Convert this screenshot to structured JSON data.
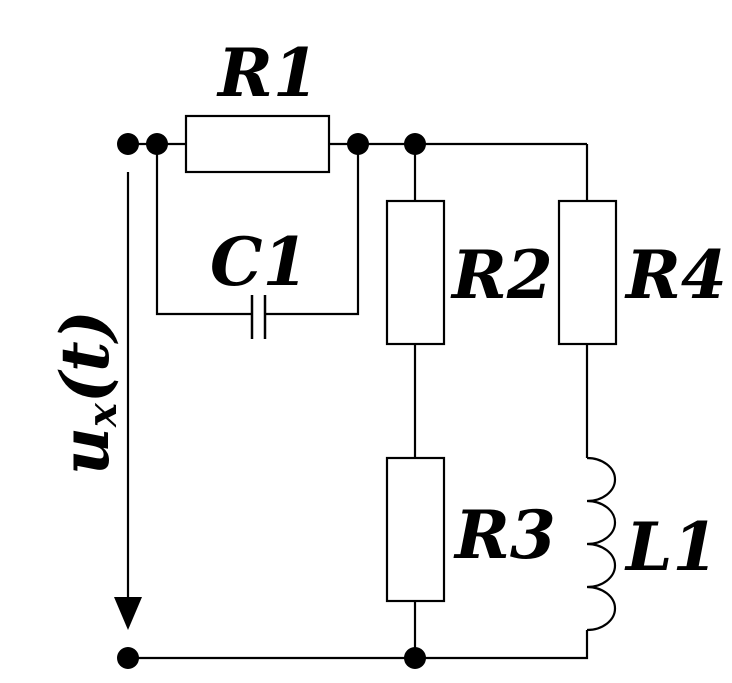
{
  "components": {
    "R1": {
      "label": "R1"
    },
    "C1": {
      "label": "C1"
    },
    "R2": {
      "label": "R2"
    },
    "R3": {
      "label": "R3"
    },
    "R4": {
      "label": "R4"
    },
    "L1": {
      "label": "L1"
    }
  },
  "source": {
    "symbol": "u",
    "subscript": "x",
    "argument": "(t)"
  },
  "colors": {
    "line": "#000000",
    "background": "#ffffff"
  }
}
